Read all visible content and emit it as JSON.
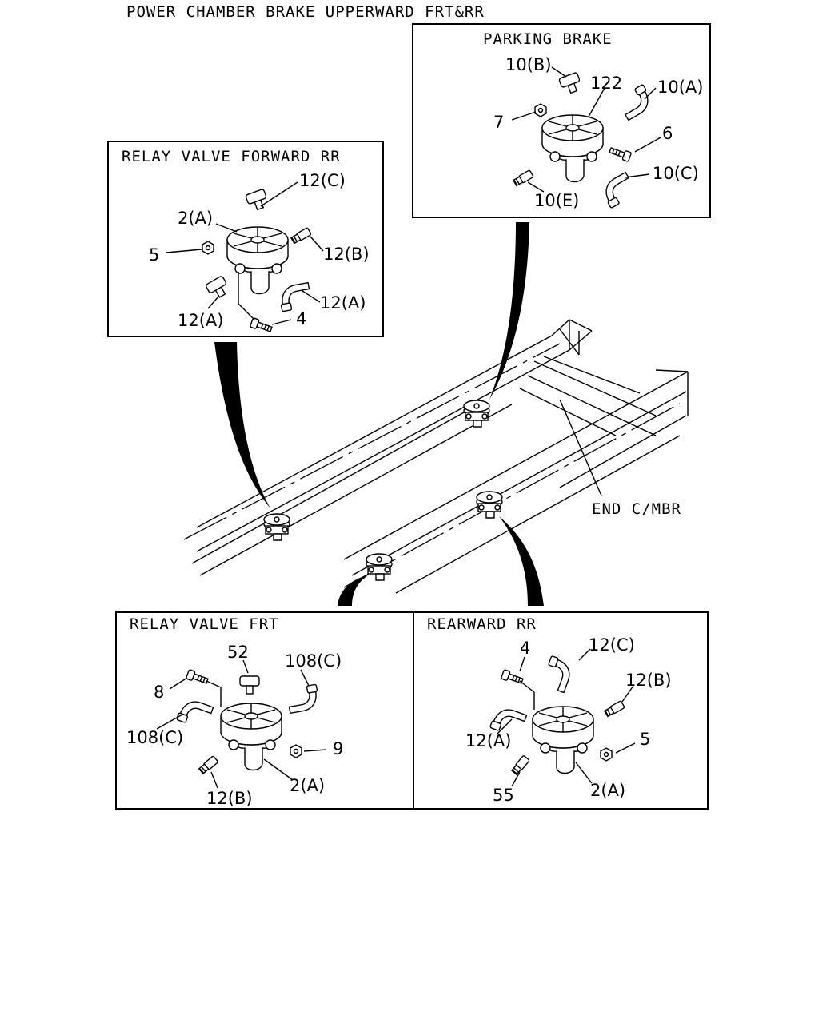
{
  "title": "POWER CHAMBER BRAKE UPPERWARD FRT&RR",
  "panels": {
    "parking_brake": {
      "title": "PARKING BRAKE",
      "callouts": [
        "10(B)",
        "122",
        "10(A)",
        "7",
        "6",
        "10(C)",
        "10(E)"
      ]
    },
    "relay_valve_forward_rr": {
      "title": "RELAY VALVE FORWARD RR",
      "callouts": [
        "12(C)",
        "2(A)",
        "5",
        "12(B)",
        "12(A)",
        "12(A)",
        "4"
      ]
    },
    "relay_valve_frt": {
      "title": "RELAY VALVE FRT",
      "callouts": [
        "52",
        "108(C)",
        "8",
        "108(C)",
        "9",
        "2(A)",
        "12(B)"
      ]
    },
    "rearward_rr": {
      "title": "REARWARD RR",
      "callouts": [
        "4",
        "12(C)",
        "12(B)",
        "12(A)",
        "5",
        "55",
        "2(A)"
      ]
    }
  },
  "frame_label": "END C/MBR"
}
